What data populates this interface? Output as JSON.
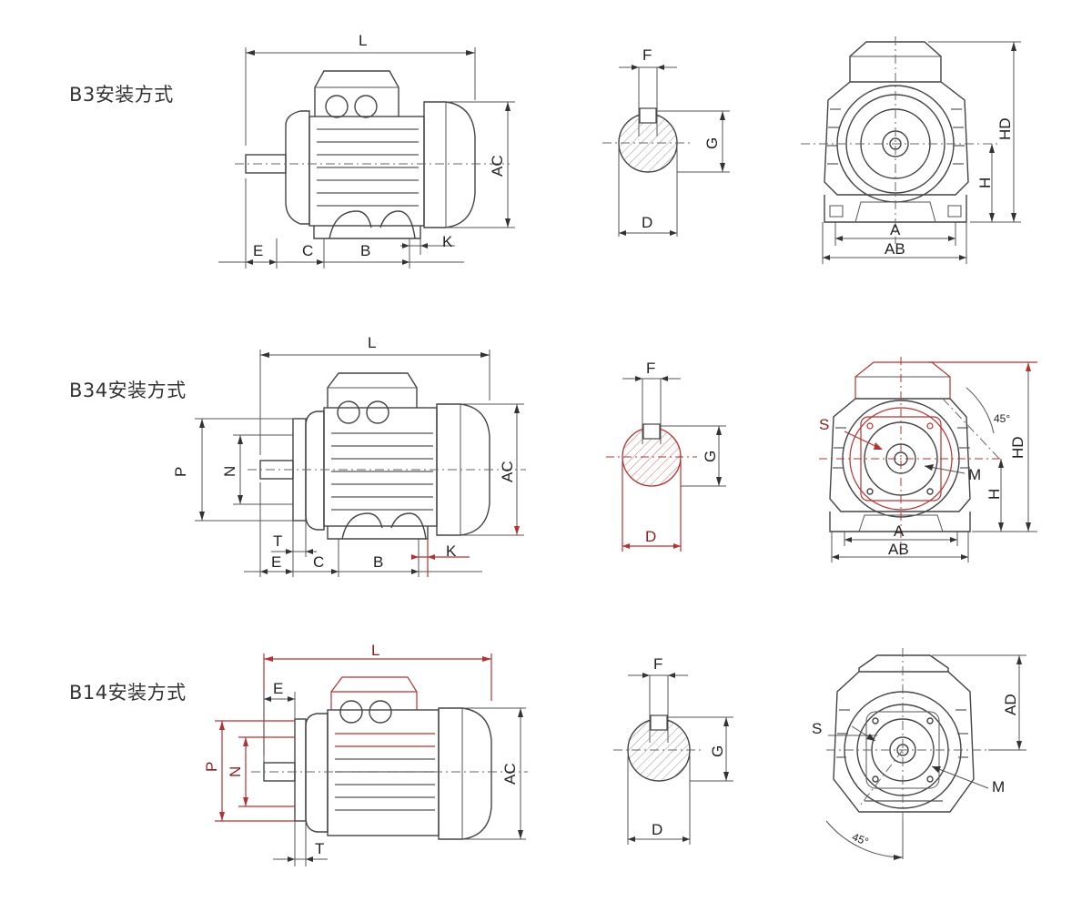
{
  "rows": [
    {
      "title": "B3安装方式",
      "side": {
        "L": "L",
        "AC": "AC",
        "E": "E",
        "C": "C",
        "B": "B",
        "K": "K"
      },
      "shaft": {
        "F": "F",
        "G": "G",
        "D": "D"
      },
      "front": {
        "HD": "HD",
        "H": "H",
        "A": "A",
        "AB": "AB"
      }
    },
    {
      "title": "B34安装方式",
      "side": {
        "L": "L",
        "AC": "AC",
        "P": "P",
        "N": "N",
        "T": "T",
        "E": "E",
        "C": "C",
        "B": "B",
        "K": "K"
      },
      "shaft": {
        "F": "F",
        "G": "G",
        "D": "D"
      },
      "front": {
        "S": "S",
        "M": "M",
        "angle": "45°",
        "HD": "HD",
        "H": "H",
        "A": "A",
        "AB": "AB"
      }
    },
    {
      "title": "B14安装方式",
      "side": {
        "L": "L",
        "AC": "AC",
        "P": "P",
        "N": "N",
        "E": "E",
        "T": "T"
      },
      "shaft": {
        "F": "F",
        "G": "G",
        "D": "D"
      },
      "front": {
        "AD": "AD",
        "S": "S",
        "M": "M",
        "angle": "45°"
      }
    }
  ]
}
